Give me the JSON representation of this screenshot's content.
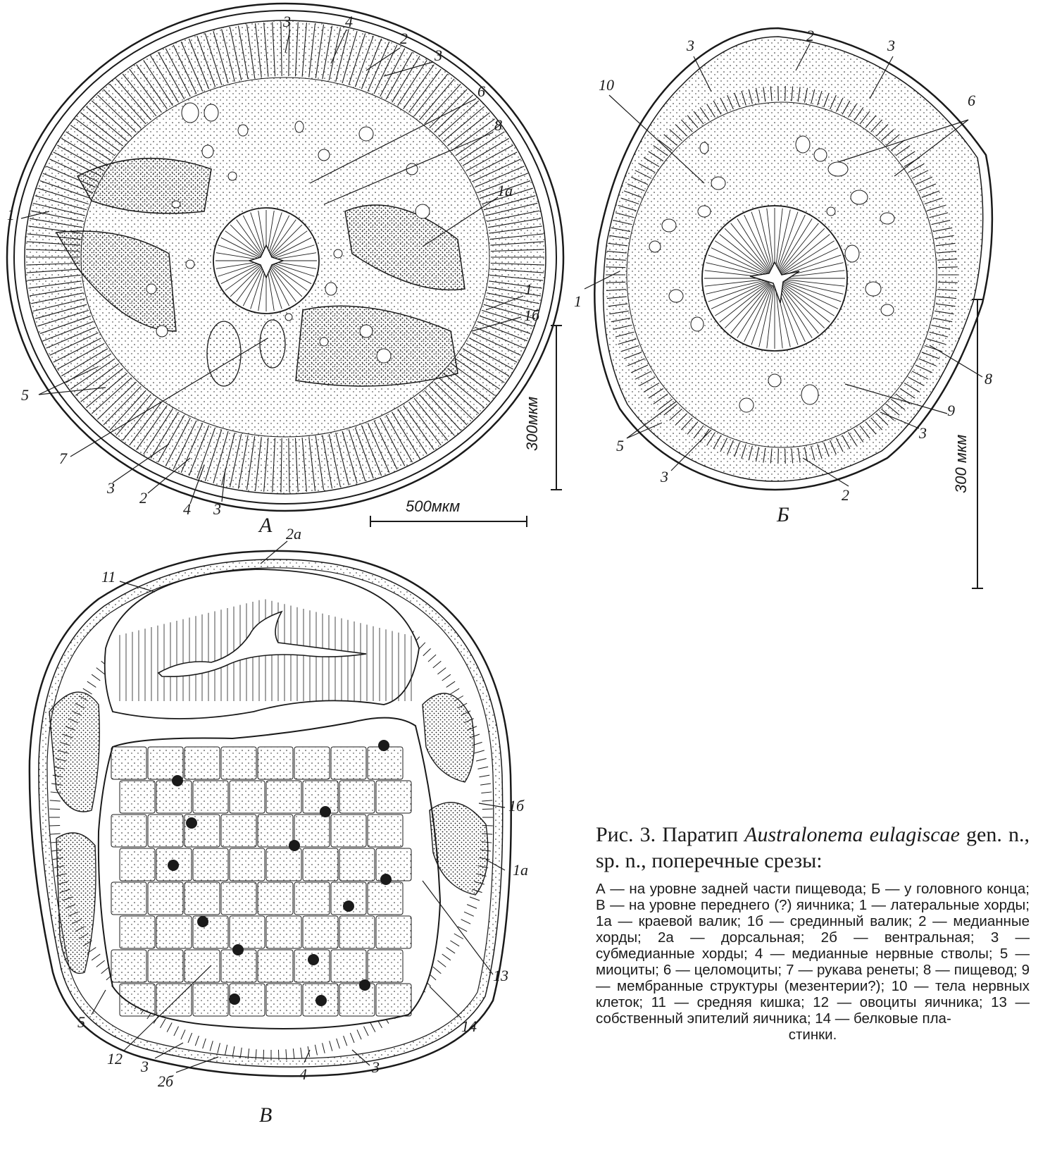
{
  "colors": {
    "ink": "#1a1a1a",
    "paper": "#ffffff"
  },
  "panels": [
    {
      "id": "A",
      "letter": "А",
      "labels": [
        "3",
        "4",
        "2",
        "3",
        "6",
        "8",
        "1a",
        "1",
        "1б",
        "1",
        "5",
        "7",
        "3",
        "2",
        "4",
        "3"
      ]
    },
    {
      "id": "B",
      "letter": "Б",
      "labels": [
        "3",
        "2",
        "3",
        "10",
        "6",
        "1",
        "8",
        "9",
        "3",
        "5",
        "3",
        "2"
      ]
    },
    {
      "id": "C",
      "letter": "В",
      "labels": [
        "2a",
        "11",
        "1б",
        "1a",
        "13",
        "14",
        "5",
        "12",
        "3",
        "2б",
        "4",
        "3"
      ]
    }
  ],
  "scale_bars": {
    "a_vertical": "300мкм",
    "horizontal": "500мкм",
    "b_vertical": "300 мкм"
  },
  "caption": {
    "title_prefix": "Рис. 3. Паратип ",
    "title_species": "Australonema eulagiscae",
    "title_mid": " gen. n., sp. n., ",
    "title_suffix": "поперечные срезы:",
    "body": "А — на уровне задней части пищевода; Б — у головного конца; В — на уровне переднего (?) яичника; 1 — латеральные хорды; 1а — краевой валик; 1б — срединный валик; 2 — медианные хорды; 2а — дорсальная; 2б — вентральная; 3 — субмедианные хорды; 4 — медианные нервные стволы; 5 — миоциты; 6 — целомоциты; 7 — рукава ренеты; 8 — пищевод; 9 — мембранные структуры (мезентерии?); 10 — тела нервных клеток; 11 — средняя кишка; 12 — овоциты яичника; 13 — собственный эпителий яичника; 14 — белковые пла-",
    "body_end": "стинки."
  }
}
